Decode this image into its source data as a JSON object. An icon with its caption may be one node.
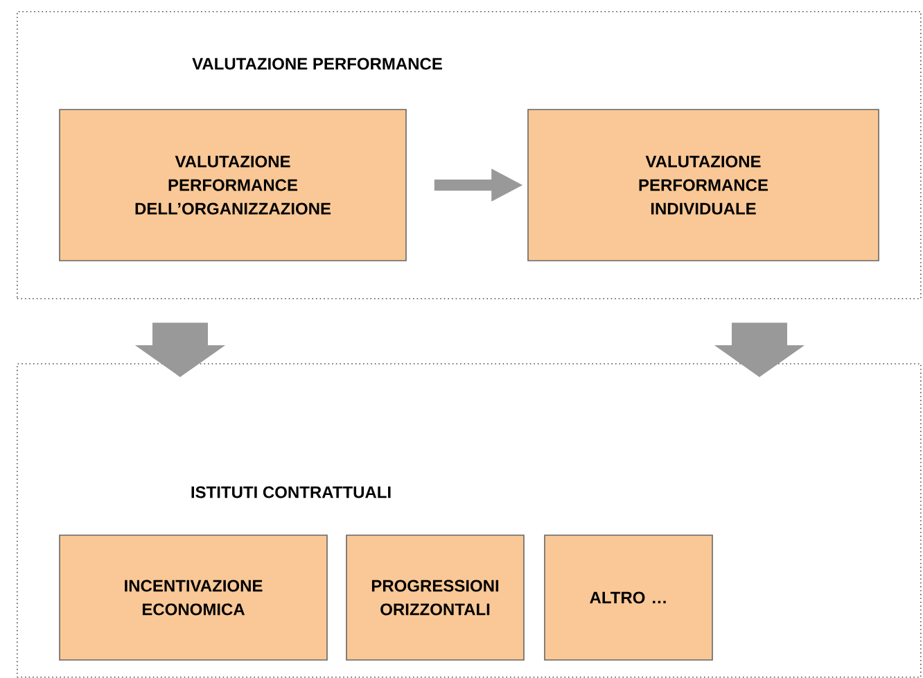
{
  "diagram": {
    "nodes": [
      {
        "text": [
          "VALUTAZIONE PERFORMANCE"
        ]
      },
      {
        "text": [
          "VALUTAZIONE PERFORMANCE DELL’ORGANIZZAZIONE"
        ],
        "in": 0
      },
      {
        "text": [
          "VALUTAZIONE PERFORMANCE INDIVIDUALE"
        ],
        "in": 0
      },
      {
        "text": [
          "ISTITUTI CONTRATTUALI"
        ]
      },
      {
        "text": [
          "INCENTIVAZIONE ECONOMICA"
        ],
        "in": 3
      },
      {
        "text": [
          "PROGRESSIONI ORIZZONTALI"
        ],
        "in": 3
      },
      {
        "text": [
          "ALTRO …"
        ],
        "in": 3
      }
    ],
    "edges": [
      {
        "from": 1,
        "to": 2,
        "arrow": "to"
      },
      {
        "from": 0,
        "to": 3,
        "arrow": "to"
      },
      {
        "from": 0,
        "to": 3,
        "arrow": "to"
      }
    ]
  }
}
